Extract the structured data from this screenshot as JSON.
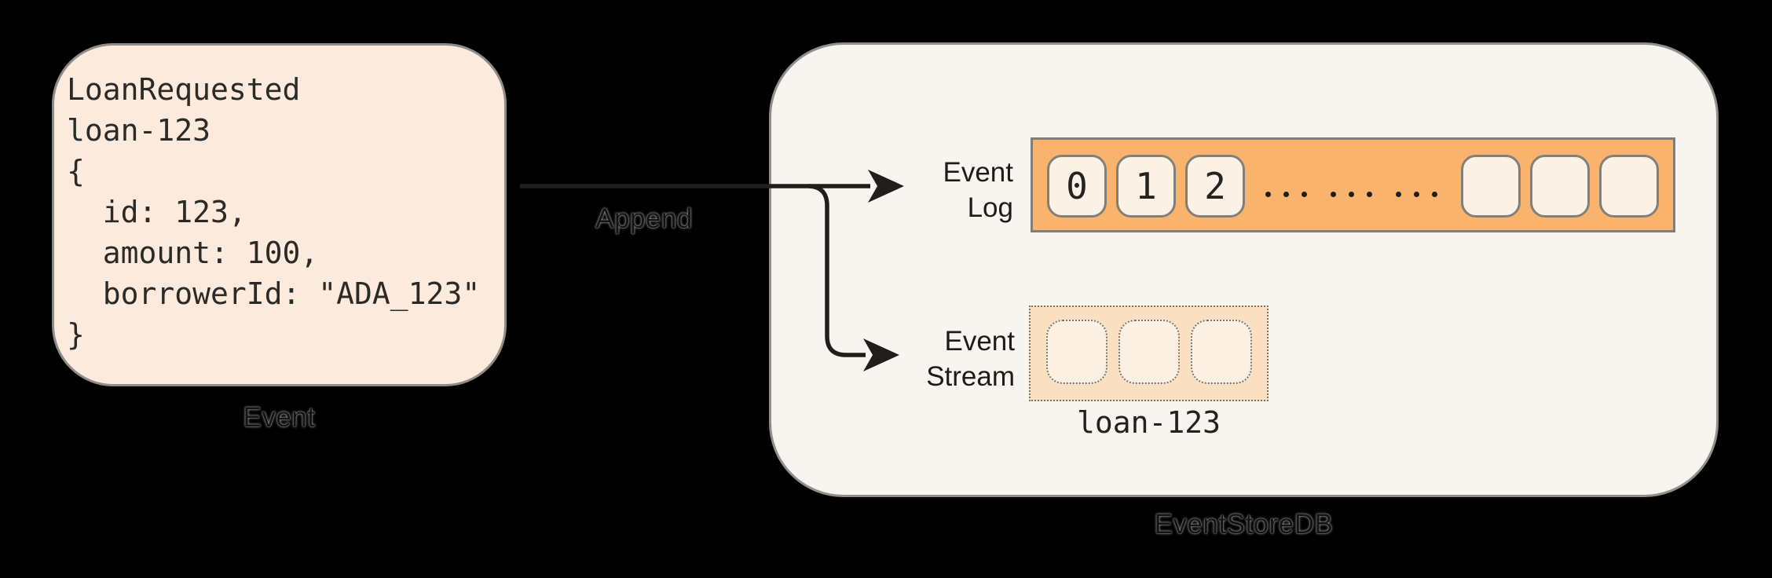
{
  "event_card": {
    "code_lines": [
      "LoanRequested",
      "loan-123",
      "{",
      "  id: 123,",
      "  amount: 100,",
      "  borrowerId: \"ADA_123\"",
      "}"
    ],
    "label": "Event"
  },
  "append_arrow": {
    "label": "Append"
  },
  "eventstoredb": {
    "label": "EventStoreDB",
    "event_log": {
      "label_line1": "Event",
      "label_line2": "Log",
      "filled_cells": [
        "0",
        "1",
        "2"
      ],
      "empty_cell_count": 3,
      "dot_groups": 3,
      "dots_per_group": 3
    },
    "event_stream": {
      "label_line1": "Event",
      "label_line2": "Stream",
      "empty_cell_count": 3,
      "stream_name": "loan-123"
    }
  },
  "colors": {
    "background": "#000000",
    "event_card_fill": "#fceadd",
    "db_box_fill": "#f8f4ef",
    "log_bar_fill": "#f9b36c",
    "cell_fill": "#fcf1e5",
    "stream_box_fill": "#fbdfc1",
    "stream_cell_fill": "#fcf0e2",
    "border_gray": "#817f7c",
    "ink": "#1f1e1b"
  }
}
